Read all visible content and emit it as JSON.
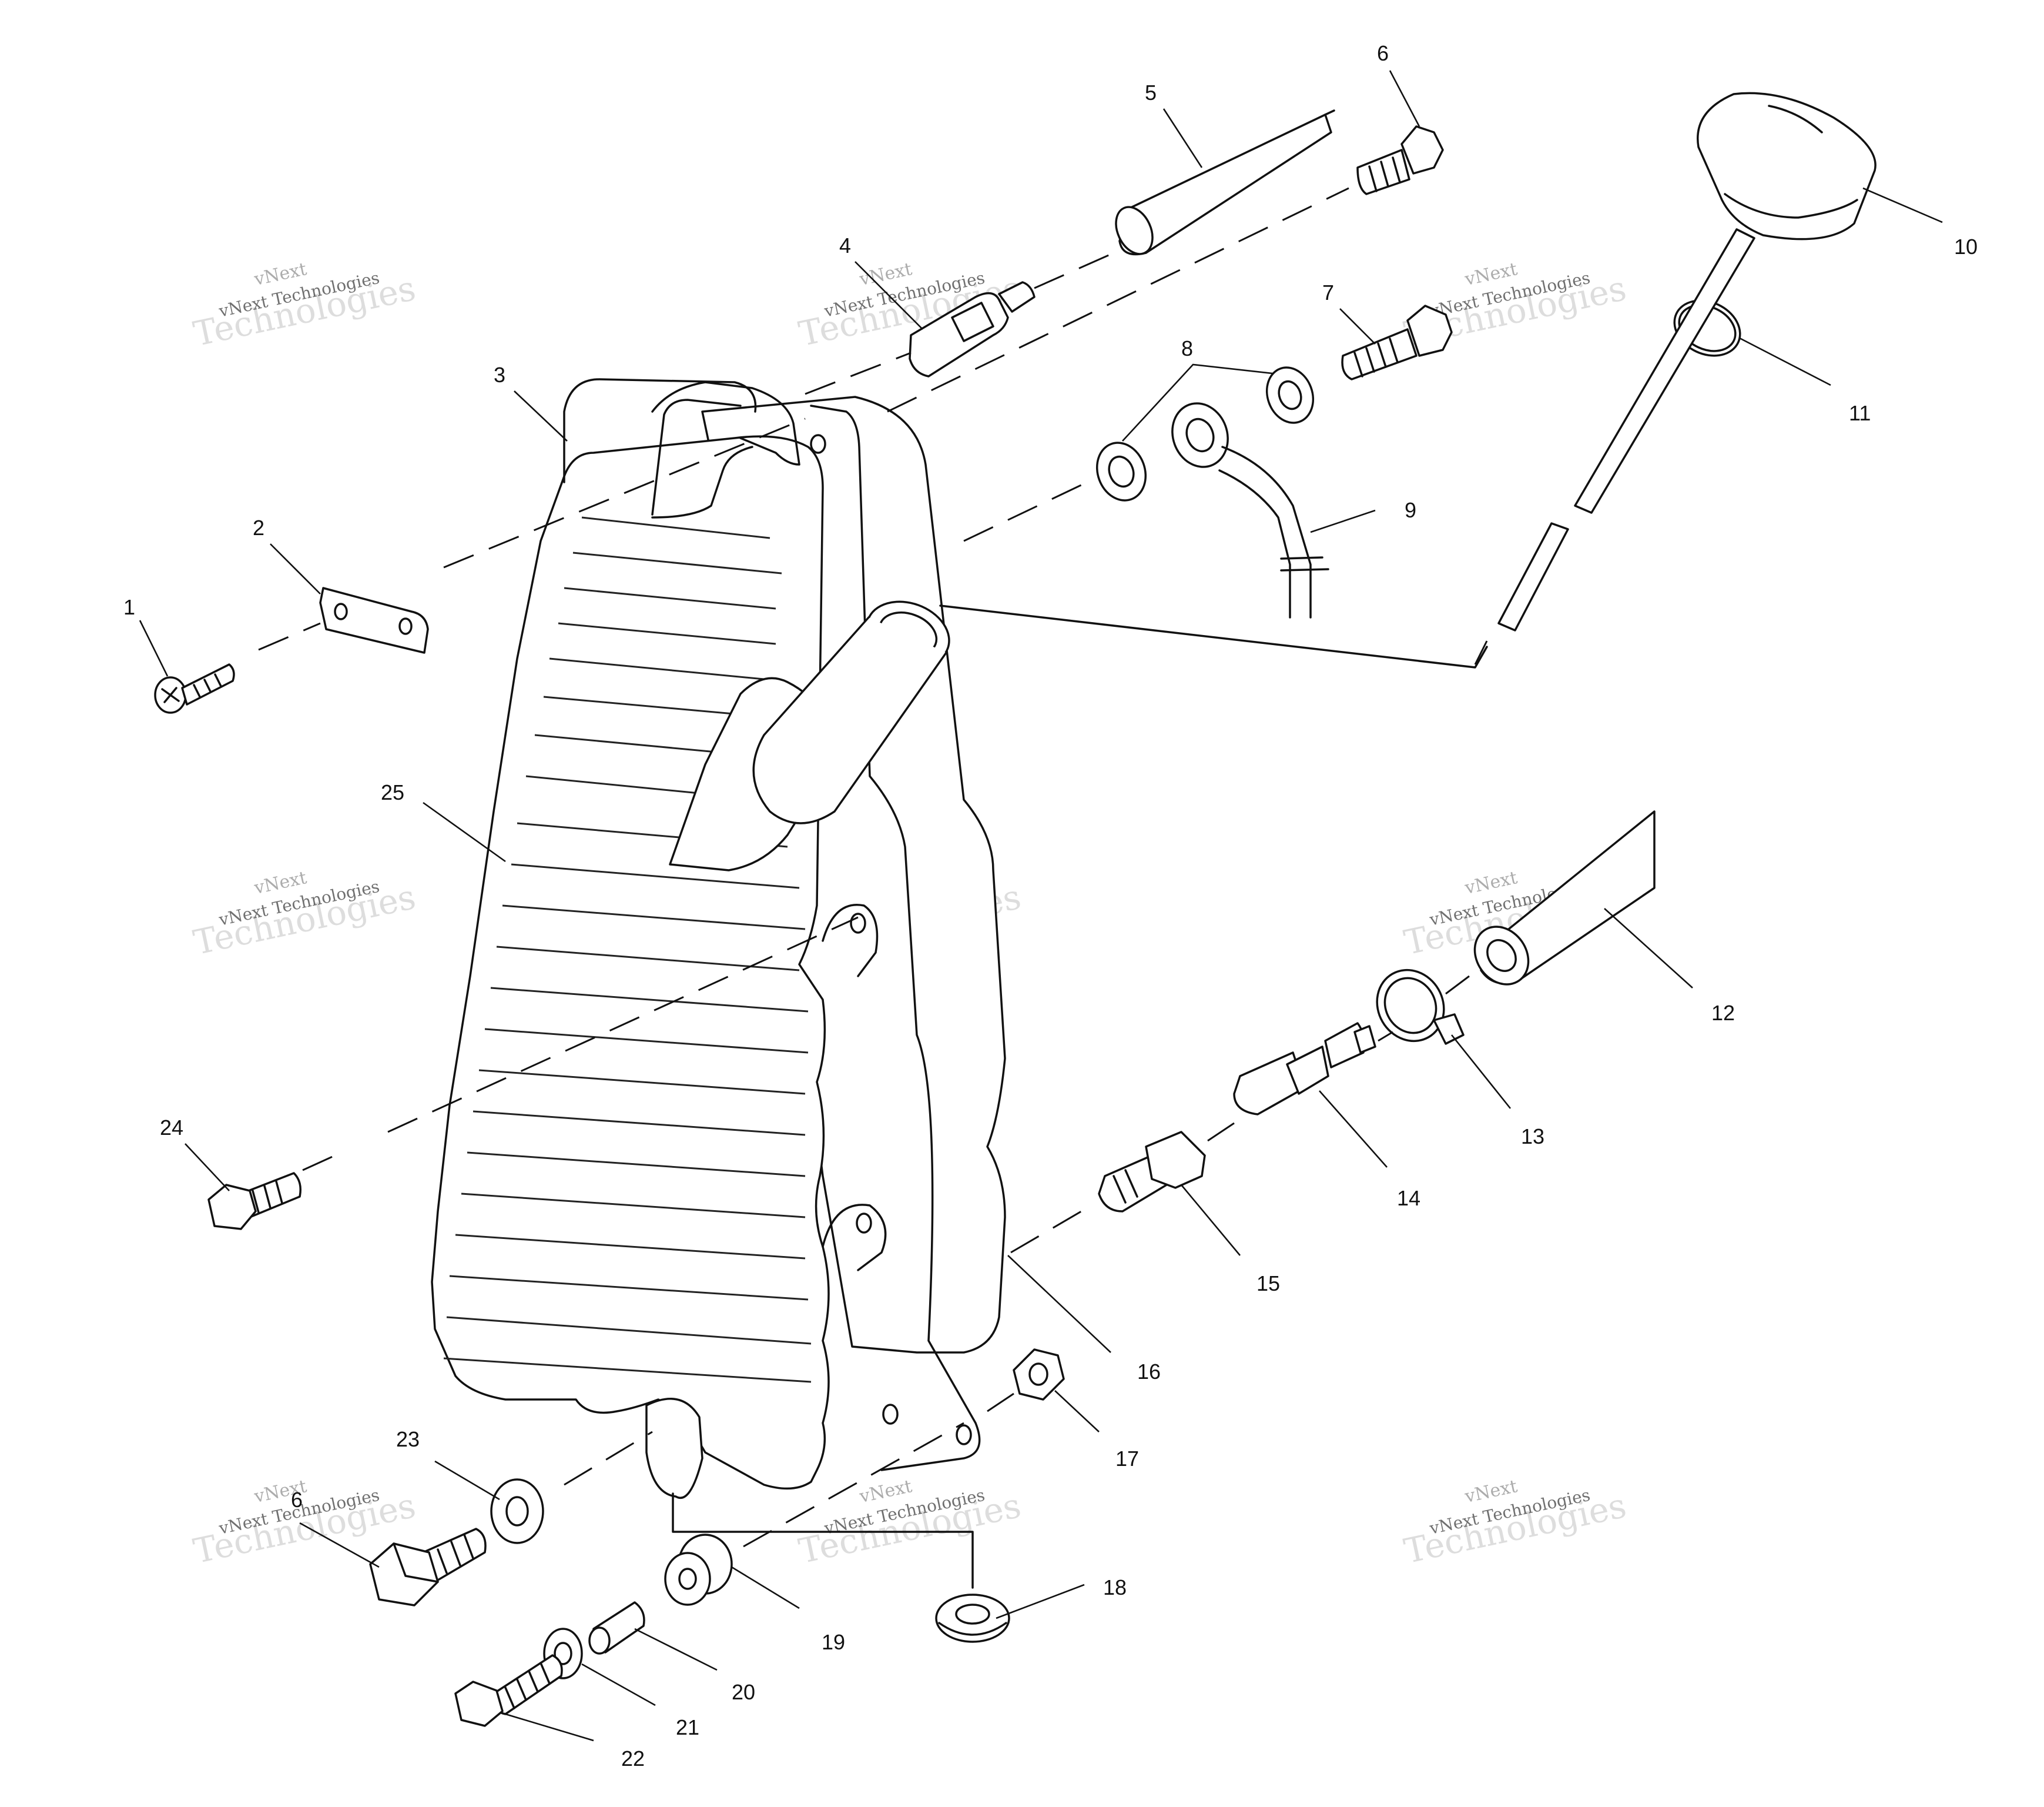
{
  "callouts": [
    "1",
    "2",
    "3",
    "4",
    "5",
    "6",
    "7",
    "8",
    "9",
    "10",
    "11",
    "12",
    "13",
    "14",
    "15",
    "16",
    "17",
    "18",
    "19",
    "20",
    "21",
    "22",
    "23",
    "24",
    "25"
  ],
  "watermark": {
    "brand": "vNext",
    "company": "vNext Technologies",
    "word": "Technologies"
  }
}
